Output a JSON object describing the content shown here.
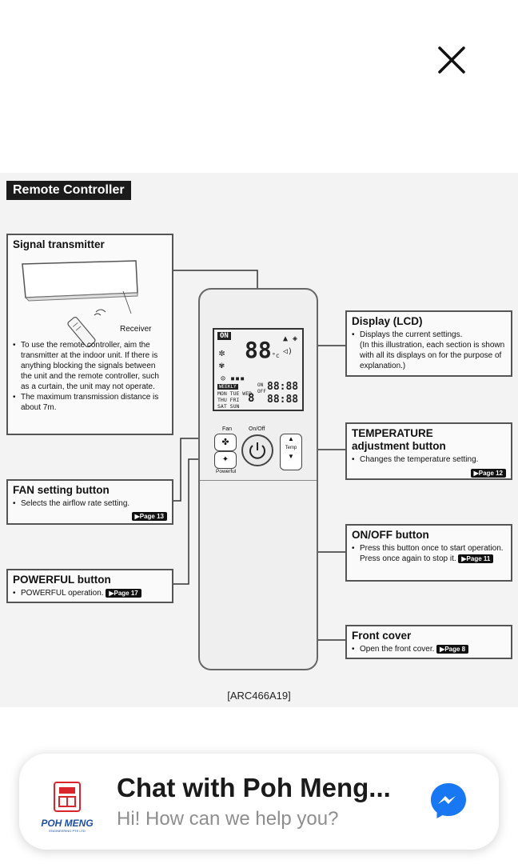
{
  "manual": {
    "section_title": "Remote Controller",
    "model_caption": "[ARC466A19]",
    "signal": {
      "title": "Signal transmitter",
      "receiver_label": "Receiver",
      "bullet1": "To use the remote controller, aim the transmitter at the indoor unit. If there is anything blocking the signals between the unit and the remote controller, such as a curtain, the unit may not operate.",
      "bullet2": "The maximum transmission distance is about 7m."
    },
    "display": {
      "title": "Display (LCD)",
      "line1": "Displays the current settings.",
      "line2": "(In this illustration, each section is shown with all its displays on for the purpose of explanation.)"
    },
    "temperature": {
      "title1": "TEMPERATURE",
      "title2": "adjustment button",
      "desc": "Changes the temperature setting.",
      "page": "Page 12"
    },
    "fan": {
      "title": "FAN setting button",
      "desc": "Selects the airflow rate setting.",
      "page": "Page 13"
    },
    "onoff": {
      "title": "ON/OFF button",
      "line1": "Press this button once to start operation.",
      "line2": "Press once again to stop it.",
      "page": "Page 11"
    },
    "powerful": {
      "title": "POWERFUL button",
      "desc": "POWERFUL operation.",
      "page": "Page 17"
    },
    "front_cover": {
      "title": "Front cover",
      "desc": "Open the front cover.",
      "page": "Page 8"
    },
    "remote": {
      "fan_label": "Fan",
      "powerful_label": "Powerful",
      "onoff_label": "On/Off",
      "temp_label": "Temp",
      "lcd": {
        "on": "ON",
        "big_temp": "88",
        "unit_c": "°c",
        "weekly": "WEEKLY",
        "days1": "MON TUE WED",
        "days2": "THU FRI",
        "days3": "SAT SUN",
        "day_digit": "8",
        "on_time": "88:88",
        "off_time": "88:88",
        "on_lbl": "ON",
        "off_lbl": "OFF"
      }
    }
  },
  "chat": {
    "title": "Chat with Poh Meng...",
    "subtitle": "Hi! How can we help you?",
    "logo_text": "POH MENG",
    "logo_subtext": "ENGINEERING PTE LTD",
    "messenger_icon": "messenger-icon"
  },
  "colors": {
    "messenger_blue": "#1877f2",
    "logo_blue": "#1e4fa3",
    "logo_red": "#d9262c"
  }
}
